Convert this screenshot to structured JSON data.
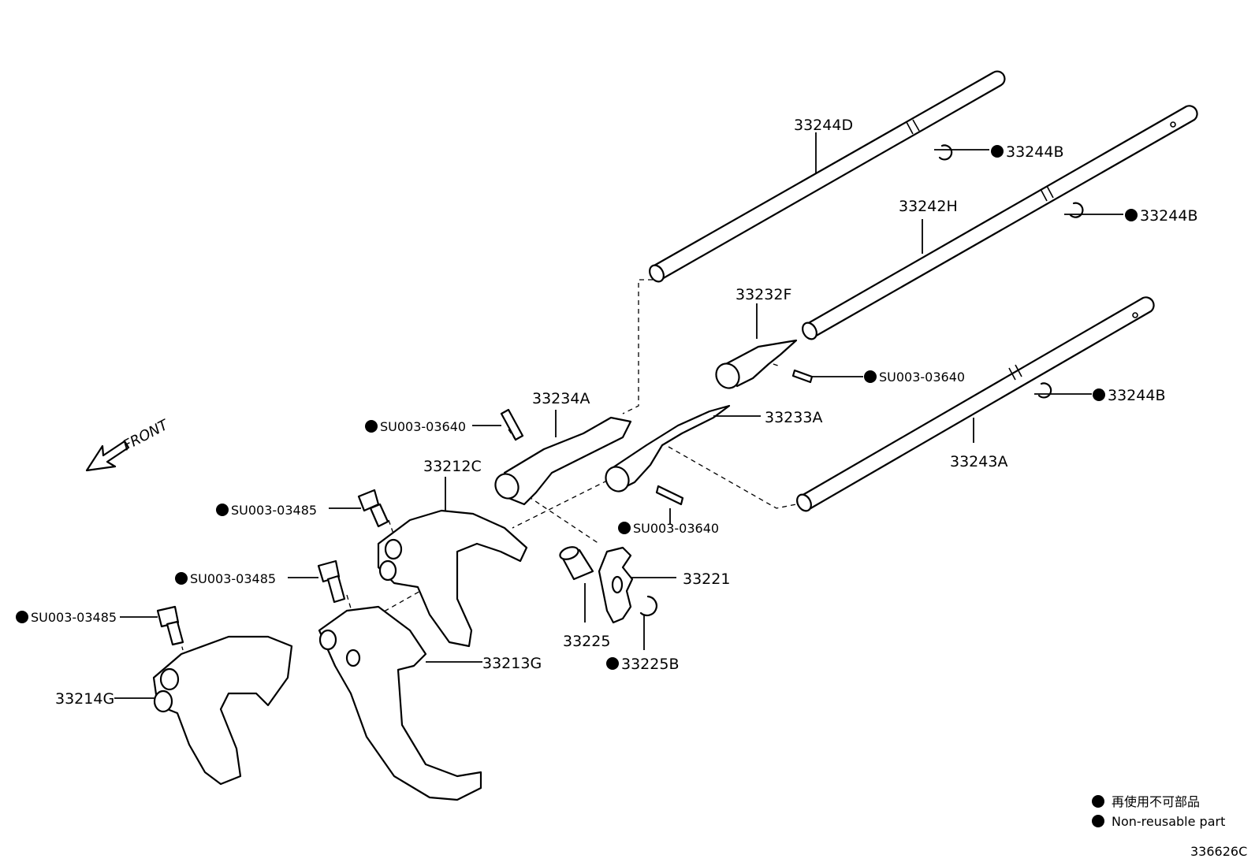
{
  "front_label": "FRONT",
  "part_labels": {
    "p33244D": "33244D",
    "p33244B_1": "33244B",
    "p33242H": "33242H",
    "p33244B_2": "33244B",
    "p33232F": "33232F",
    "p33243A": "33243A",
    "p33244B_3": "33244B",
    "p33234A": "33234A",
    "p33233A": "33233A",
    "pSU003_03640_a": "SU003-03640",
    "pSU003_03640_b": "SU003-03640",
    "pSU003_03640_c": "SU003-03640",
    "p33212C": "33212C",
    "pSU003_03485_a": "SU003-03485",
    "pSU003_03485_b": "SU003-03485",
    "pSU003_03485_c": "SU003-03485",
    "p33221": "33221",
    "p33225": "33225",
    "p33225B": "33225B",
    "p33213G": "33213G",
    "p33214G": "33214G"
  },
  "legend": {
    "jp": "再使用不可部品",
    "en": "Non-reusable part"
  },
  "diagram_code": "336626C"
}
